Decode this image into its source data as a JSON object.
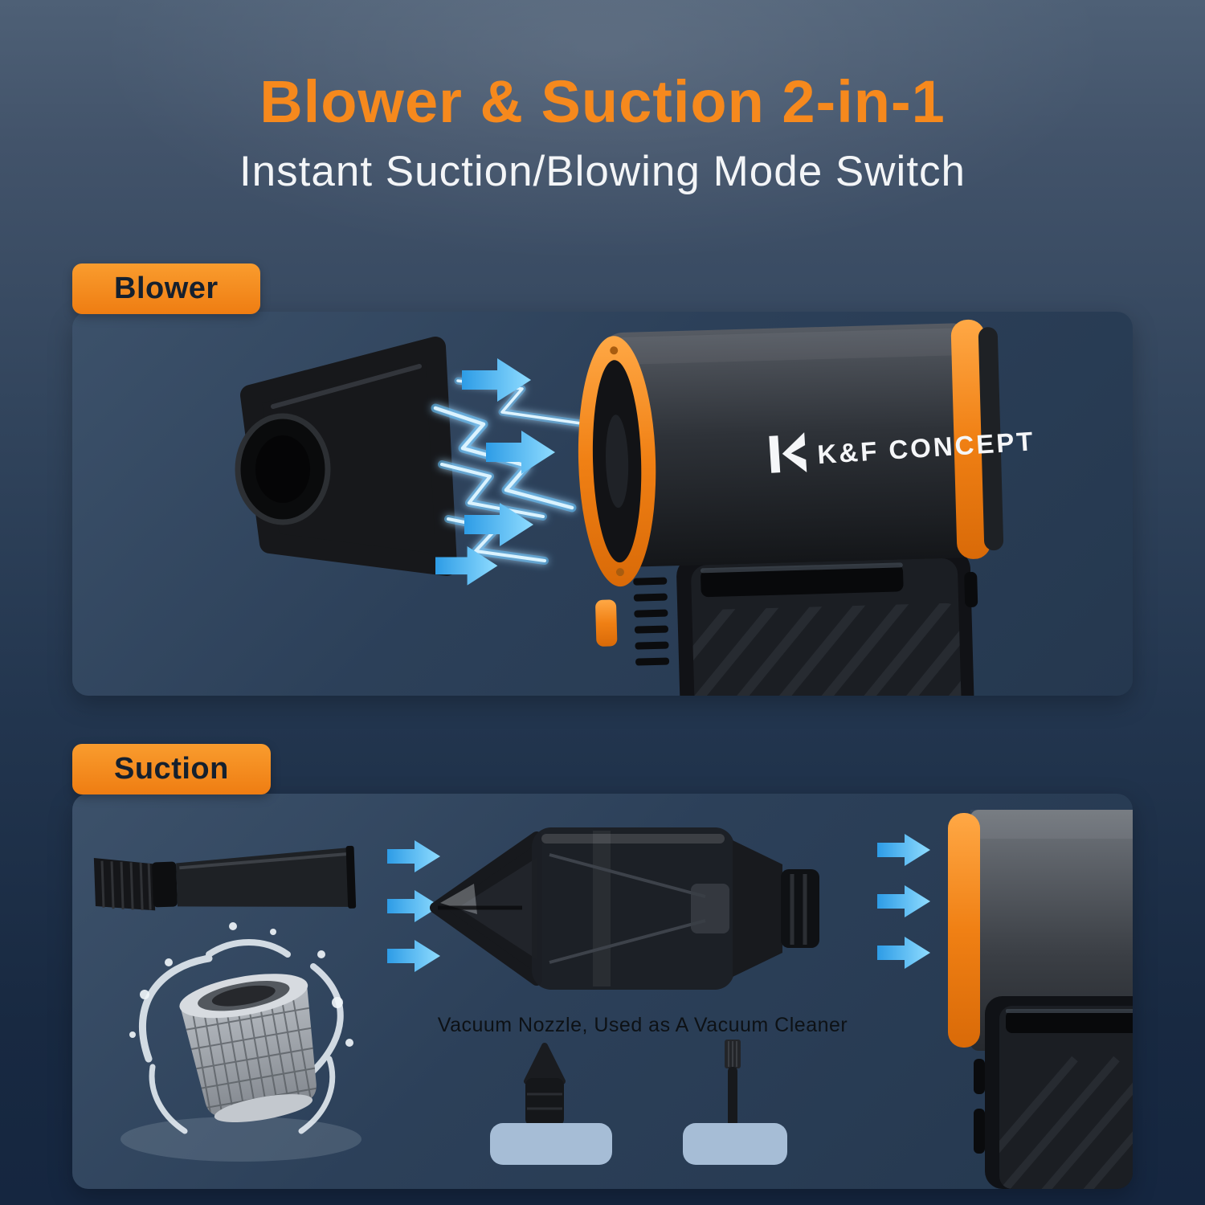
{
  "page": {
    "title": "Blower & Suction 2-in-1",
    "subtitle": "Instant Suction/Blowing Mode Switch"
  },
  "brand": {
    "name": "K&F CONCEPT"
  },
  "panels": {
    "blower": {
      "label": "Blower"
    },
    "suction": {
      "label": "Suction",
      "caption": "Vacuum Nozzle, Used as A Vacuum Cleaner"
    }
  },
  "colors": {
    "accent_orange": "#F6891D",
    "arrow_blue": "#4FB8F2",
    "lightning_blue": "#DBF3FF",
    "background_top": "#4E6076",
    "background_bottom": "#152640",
    "panel": "#2C4059",
    "pedestal_blue": "#A6BDD6",
    "badge_text": "#15202E",
    "subtitle_white": "#F3F5F7",
    "device_black": "#17181B"
  },
  "icons": {
    "airflow_arrow": "→",
    "lightning": "⚡"
  }
}
